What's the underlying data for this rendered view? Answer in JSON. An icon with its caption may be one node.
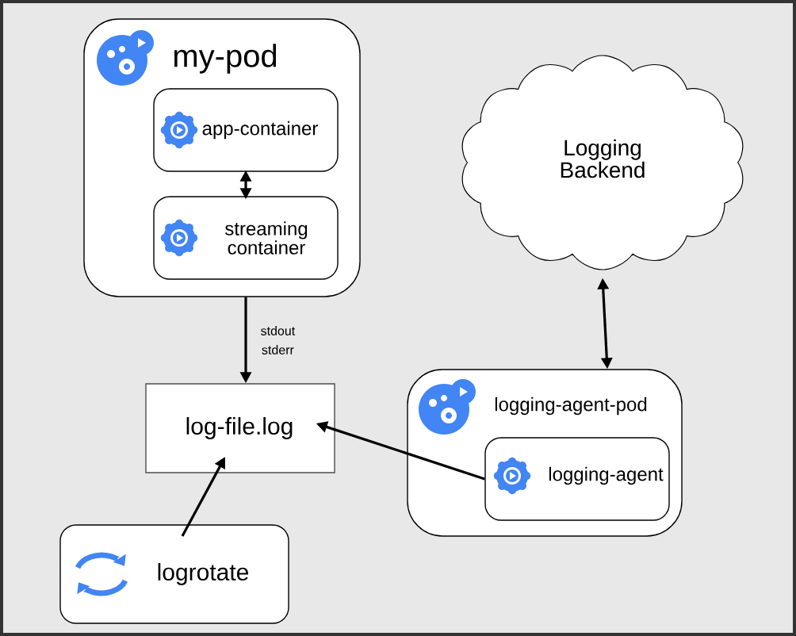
{
  "diagram": {
    "nodes": [
      {
        "text": [
          "my-pod"
        ]
      },
      {
        "text": [
          "app-container"
        ],
        "in": 0
      },
      {
        "text": [
          "streaming container"
        ],
        "in": 0
      },
      {
        "text": [
          "log-file.log"
        ]
      },
      {
        "text": [
          "logrotate"
        ]
      },
      {
        "text": [
          "Logging Backend"
        ]
      },
      {
        "text": [
          "logging-agent-pod"
        ]
      },
      {
        "text": [
          "logging-agent"
        ],
        "in": 6
      }
    ],
    "edges": [
      {
        "from": 1,
        "to": 2,
        "arrow": "both"
      },
      {
        "from": 0,
        "to": 3,
        "arrow": "to",
        "label": "stdout stderr"
      },
      {
        "from": 7,
        "to": 3,
        "arrow": "to"
      },
      {
        "from": 4,
        "to": 3,
        "arrow": "to"
      },
      {
        "from": 5,
        "to": 6,
        "arrow": "both"
      }
    ]
  }
}
